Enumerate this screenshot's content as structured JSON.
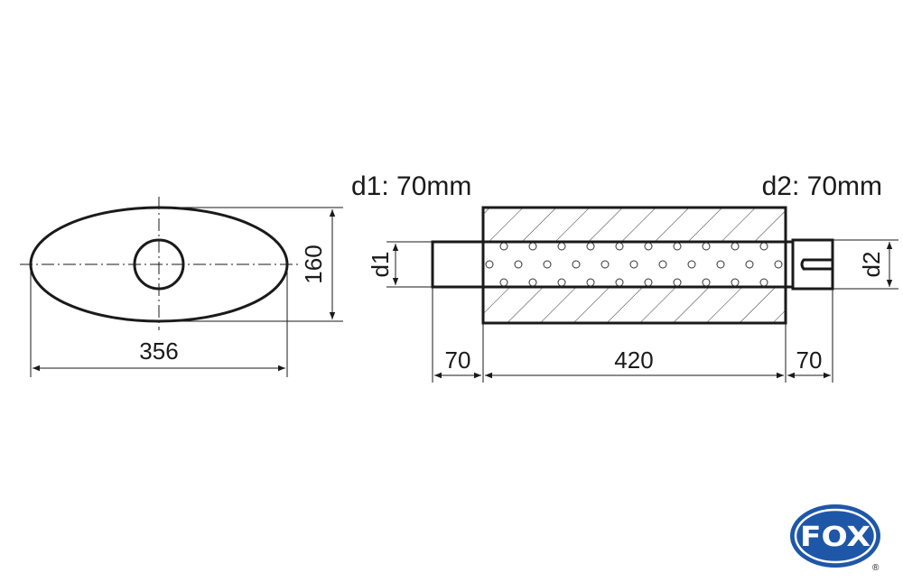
{
  "labels": {
    "d1_spec": "d1: 70mm",
    "d2_spec": "d2: 70mm",
    "d1": "d1",
    "d2": "d2"
  },
  "dimensions": {
    "oval_width": "356",
    "oval_height": "160",
    "inlet_length": "70",
    "body_length": "420",
    "outlet_length": "70"
  },
  "logo": {
    "text": "FOX",
    "mark": "®",
    "color": "#1f57a8"
  }
}
